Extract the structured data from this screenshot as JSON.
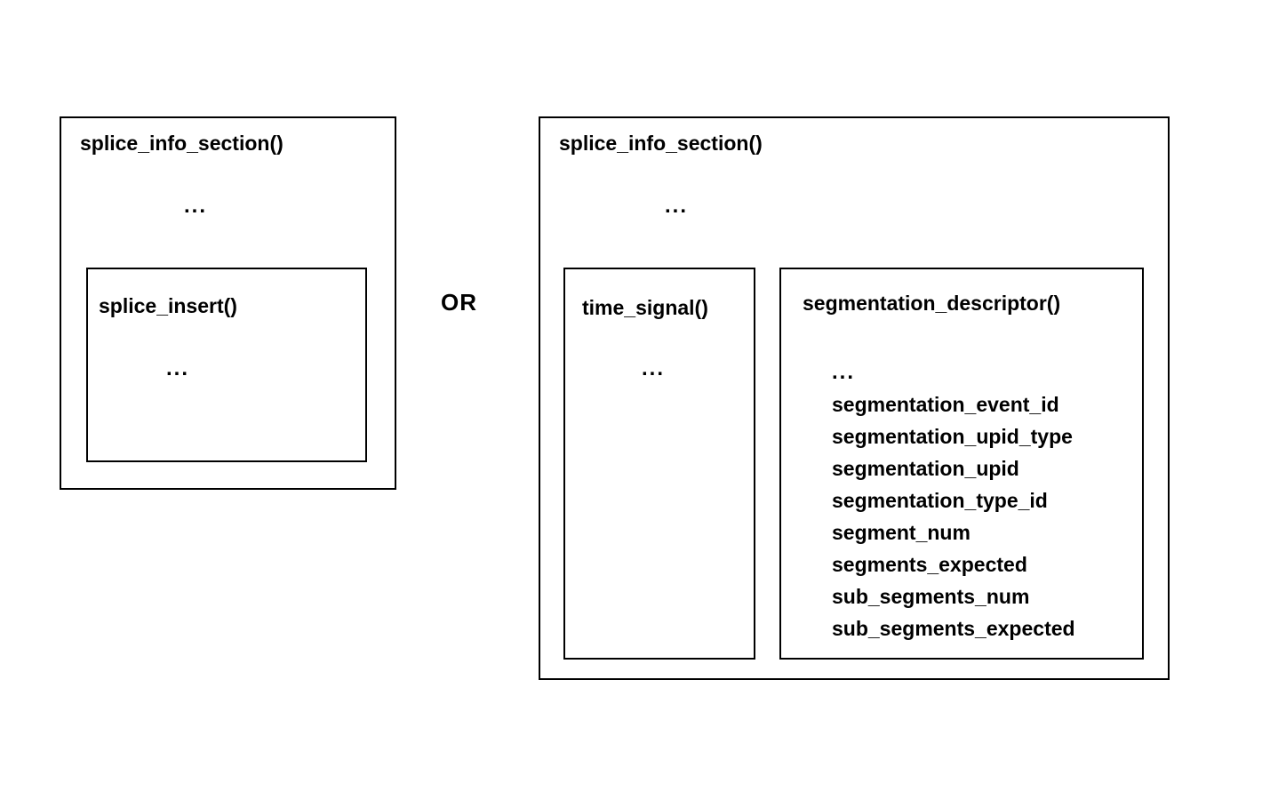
{
  "colors": {
    "background": "#ffffff",
    "border": "#000000",
    "text": "#000000"
  },
  "or_label": "OR",
  "left_diagram": {
    "title": "splice_info_section()",
    "ellipsis": "...",
    "inner_box": {
      "title": "splice_insert()",
      "ellipsis": "..."
    }
  },
  "right_diagram": {
    "title": "splice_info_section()",
    "ellipsis": "...",
    "time_signal_box": {
      "title": "time_signal()",
      "ellipsis": "..."
    },
    "segmentation_descriptor_box": {
      "title": "segmentation_descriptor()",
      "ellipsis": "...",
      "fields": [
        "segmentation_event_id",
        "segmentation_upid_type",
        "segmentation_upid",
        "segmentation_type_id",
        "segment_num",
        "segments_expected",
        "sub_segments_num",
        "sub_segments_expected"
      ]
    }
  }
}
